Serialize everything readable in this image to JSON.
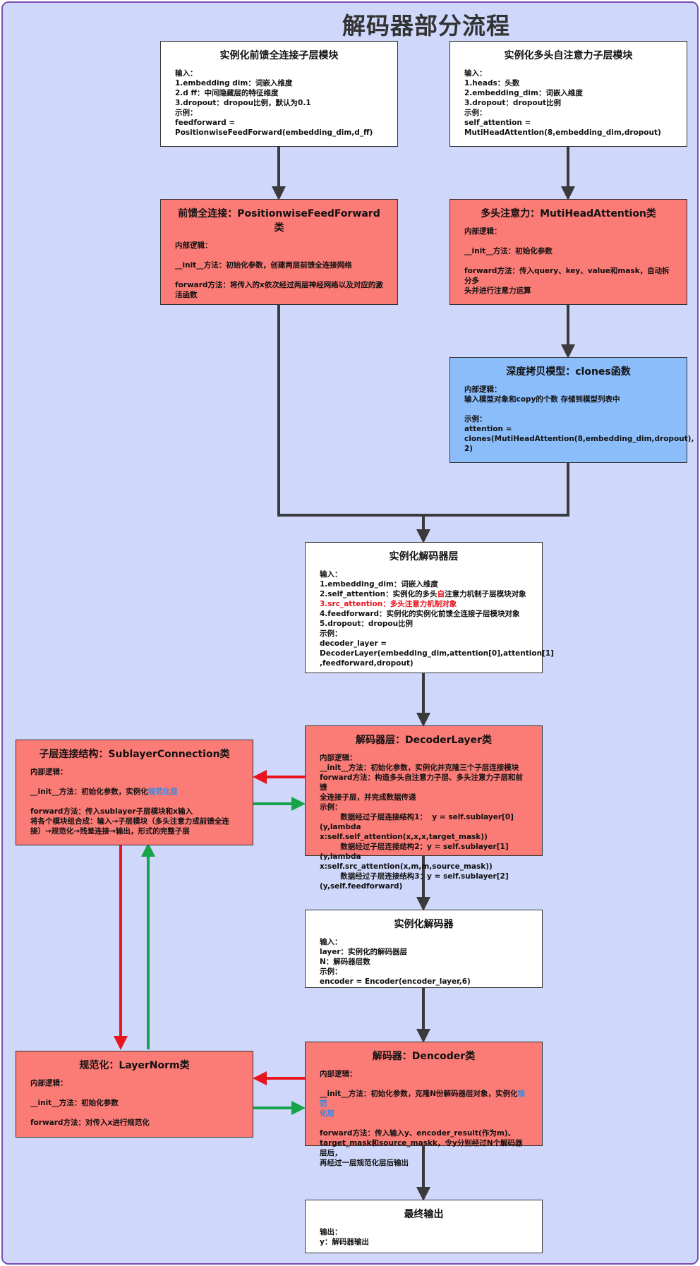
{
  "title": "解码器部分流程",
  "boxes": {
    "ff_module": {
      "heading": "实例化前馈全连接子层模块",
      "lines": [
        "输入：",
        "1.embedding dim：词嵌入维度",
        "2.d ff：中间隐藏层的特征维度",
        "3.dropout：dropou比例，默认为0.1",
        "示例：",
        "feedforward =",
        "PositionwiseFeedForward(embedding_dim,d_ff)"
      ]
    },
    "mha_module": {
      "heading": "实例化多头自注意力子层模块",
      "lines": [
        "输入：",
        "1.heads：头数",
        "2.embedding_dim：词嵌入维度",
        "3.dropout：dropout比例",
        "示例：",
        "self_attention =",
        "MutiHeadAttention(8,embedding_dim,dropout)"
      ]
    },
    "ff_class": {
      "heading": "前馈全连接：PositionwiseFeedForward类",
      "lines": [
        "内部逻辑：",
        "",
        "__init__方法：初始化参数，创建两层前馈全连接网络",
        "",
        "forward方法：将传入的x依次经过两层神经网络以及对应的激",
        "活函数"
      ]
    },
    "mha_class": {
      "heading": "多头注意力：MutiHeadAttention类",
      "lines": [
        "内部逻辑：",
        "",
        "__init__方法：初始化参数",
        "",
        "forward方法：传入query、key、value和mask，自动拆分多",
        "头并进行注意力运算"
      ]
    },
    "clones": {
      "heading": "深度拷贝模型：clones函数",
      "lines": [
        "内部逻辑：",
        "输入模型对象和copy的个数 存储到模型列表中",
        "",
        "示例：",
        "attention =",
        "clones(MutiHeadAttention(8,embedding_dim,dropout),",
        "2)"
      ]
    },
    "decoder_layer_inst": {
      "heading": "实例化解码器层",
      "lines_a": [
        "输入：",
        "1.embedding_dim：词嵌入维度"
      ],
      "line2_pre": "2.self_attention：实例化的多头",
      "line2_hl": "自",
      "line2_post": "注意力机制子层模块对象",
      "line3": "3.src_attention：多头注意力机制对象",
      "lines_b": [
        "4.feedforward：实例化的实例化前馈全连接子层模块对象",
        "5.dropout：dropou比例",
        "示例：",
        "decoder_layer =",
        "DecoderLayer(embedding_dim,attention[0],attention[1]",
        ",feedforward,dropout)"
      ]
    },
    "sublayer": {
      "heading": "子层连接结构：SublayerConnection类",
      "line1": "内部逻辑：",
      "line3_pre": "__init__方法：初始化参数，实例化",
      "line3_hl": "规范化层",
      "lines_b": [
        "forward方法：传入sublayer子层模块和x输入",
        "将各个模块组合成：输入→子层模块（多头注意力或前馈全连",
        "接）→规范化→残差连接→输出，形式的完整子层"
      ]
    },
    "decoder_layer_class": {
      "heading": "解码器层：DecoderLayer类",
      "lines": [
        "内部逻辑：",
        "__init__方法：初始化参数，实例化并克隆三个子层连接模块",
        "forward方法：构造多头自注意力子层、多头注意力子层和前馈",
        "全连接子层，并完成数据传递",
        "示例：",
        "        数据经过子层连接结构1：  y = self.sublayer[0]",
        "(y,lambda x:self.self_attention(x,x,x,target_mask))",
        "        数据经过子层连接结构2：y = self.sublayer[1]",
        "(y,lambda x:self.src_attention(x,m,m,source_mask))",
        "        数据经过子层连接结构3：y = self.sublayer[2]",
        "(y,self.feedforward)"
      ]
    },
    "decoder_inst": {
      "heading": "实例化解码器",
      "lines": [
        "输入：",
        "layer：实例化的解码器层",
        "N：解码器层数",
        "示例：",
        "encoder = Encoder(encoder_layer,6)"
      ]
    },
    "layernorm": {
      "heading": "规范化：LayerNorm类",
      "lines": [
        "内部逻辑：",
        "",
        "__init__方法：初始化参数",
        "",
        "forward方法：对传入x进行规范化"
      ]
    },
    "decoder_class": {
      "heading": "解码器：Dencoder类",
      "line1": "内部逻辑：",
      "line3_pre": "__init__方法：初始化参数，克隆N份解码器层对象，实例化",
      "line3_hl": "规范",
      "line4_hl": "化层",
      "lines_b": [
        "forward方法：传入输入y、encoder_result(作为m)、",
        "target_mask和source_maskk，令y分别经过N个解码器层后，",
        "再经过一层规范化层后输出"
      ]
    },
    "final": {
      "heading": "最终输出",
      "lines": [
        "输出：",
        "y：解码器输出"
      ]
    }
  }
}
